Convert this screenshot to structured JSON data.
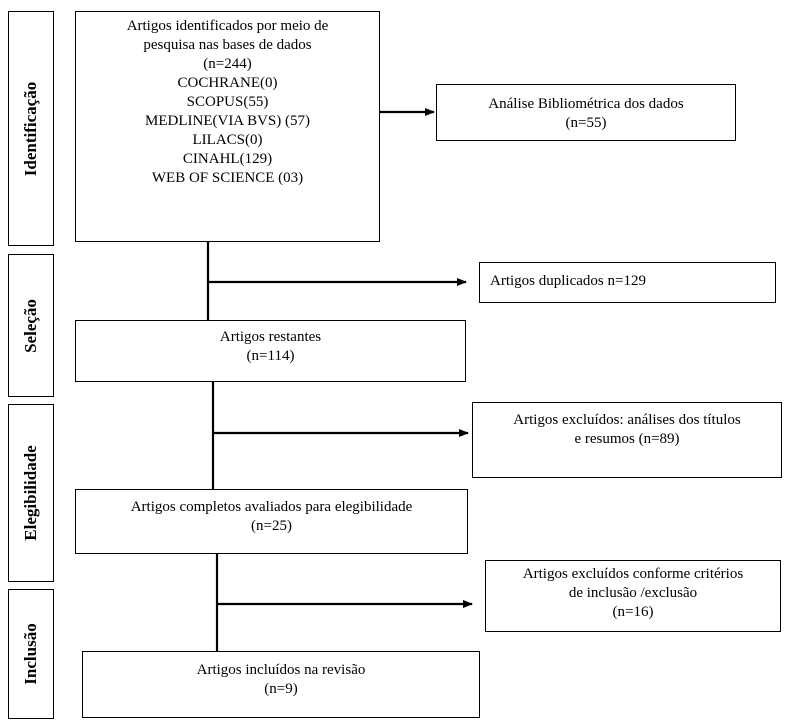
{
  "stages": [
    {
      "id": "identificacao",
      "label": "Identificação"
    },
    {
      "id": "selecao",
      "label": "Seleção"
    },
    {
      "id": "elegibilidade",
      "label": "Elegibilidade"
    },
    {
      "id": "inclusao",
      "label": "Inclusão"
    }
  ],
  "boxes": {
    "identified": {
      "lines": [
        "Artigos identificados por meio de",
        "pesquisa nas bases de dados",
        "(n=244)",
        "COCHRANE(0)",
        "SCOPUS(55)",
        "MEDLINE(VIA BVS) (57)",
        "LILACS(0)",
        "CINAHL(129)",
        "WEB OF SCIENCE (03)"
      ]
    },
    "bibliometric": {
      "lines": [
        "Análise Bibliométrica dos dados",
        "(n=55)"
      ]
    },
    "duplicates": {
      "lines": [
        "Artigos duplicados n=129"
      ]
    },
    "remaining": {
      "lines": [
        "Artigos restantes",
        "(n=114)"
      ]
    },
    "excluded_titles": {
      "lines": [
        "Artigos excluídos: análises dos títulos",
        "e resumos (n=89)"
      ]
    },
    "full_text": {
      "lines": [
        "Artigos completos avaliados para elegibilidade",
        "(n=25)"
      ]
    },
    "excluded_criteria": {
      "lines": [
        "Artigos excluídos conforme critérios",
        "de inclusão /exclusão",
        "(n=16)"
      ]
    },
    "included": {
      "lines": [
        "Artigos incluídos na revisão",
        "(n=9)"
      ]
    }
  }
}
